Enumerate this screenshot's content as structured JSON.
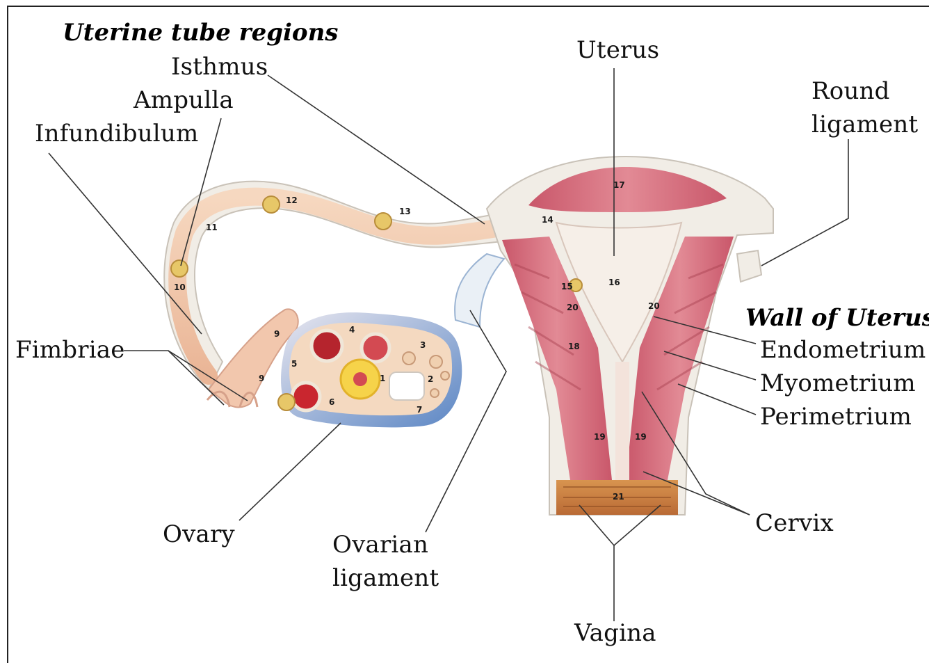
{
  "headings": {
    "tube_regions": "Uterine tube regions",
    "wall": "Wall of Uterus"
  },
  "labels": {
    "isthmus": "Isthmus",
    "ampulla": "Ampulla",
    "infundibulum": "Infundibulum",
    "uterus": "Uterus",
    "round_ligament_1": "Round",
    "round_ligament_2": "ligament",
    "fimbriae": "Fimbriae",
    "endometrium": "Endometrium",
    "myometrium": "Myometrium",
    "perimetrium": "Perimetrium",
    "cervix": "Cervix",
    "ovary": "Ovary",
    "ovarian_ligament_1": "Ovarian",
    "ovarian_ligament_2": "ligament",
    "vagina": "Vagina"
  },
  "model_numbers": {
    "n1": "1",
    "n2": "2",
    "n3": "3",
    "n4": "4",
    "n5": "5",
    "n6": "6",
    "n7": "7",
    "n9a": "9",
    "n9b": "9",
    "n10": "10",
    "n11": "11",
    "n12": "12",
    "n13": "13",
    "n14": "14",
    "n15": "15",
    "n16": "16",
    "n17": "17",
    "n18": "18",
    "n19a": "19",
    "n19b": "19",
    "n20a": "20",
    "n20b": "20",
    "n21": "21"
  },
  "colors": {
    "muscle": "#d9717f",
    "muscle_dark": "#b84a5e",
    "tissue_white": "#f1ede6",
    "tube_inner": "#f3c9aa",
    "ovary_fill": "#f4d9c0",
    "ovary_edge": "#3f6fb0",
    "leader_line": "#333333"
  }
}
